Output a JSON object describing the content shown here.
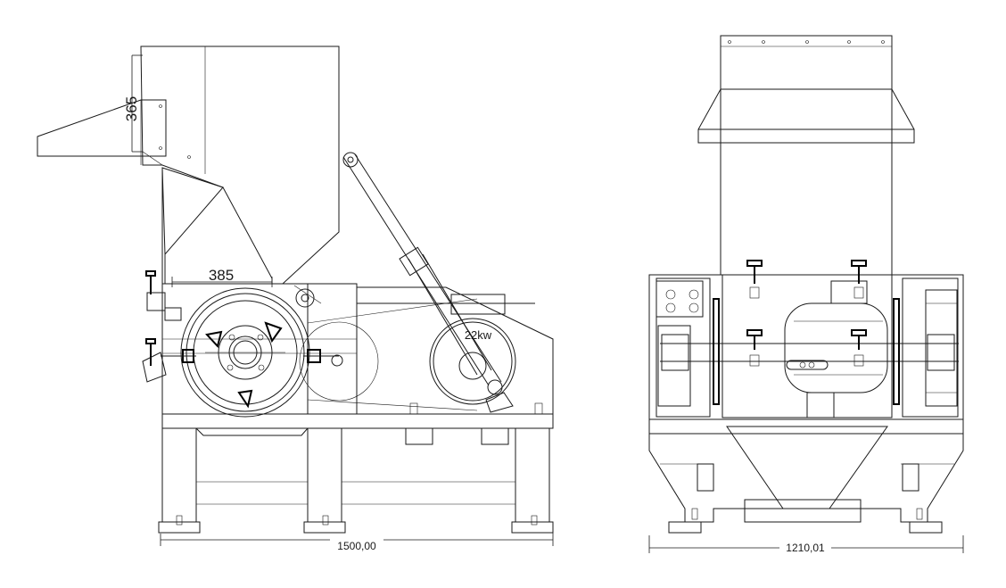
{
  "side_view": {
    "dim_hopper_height": "365",
    "dim_rotor_offset": "385",
    "motor_power": "22kw",
    "dim_total_length": "1500,00"
  },
  "front_view": {
    "dim_total_width": "1210,01"
  }
}
